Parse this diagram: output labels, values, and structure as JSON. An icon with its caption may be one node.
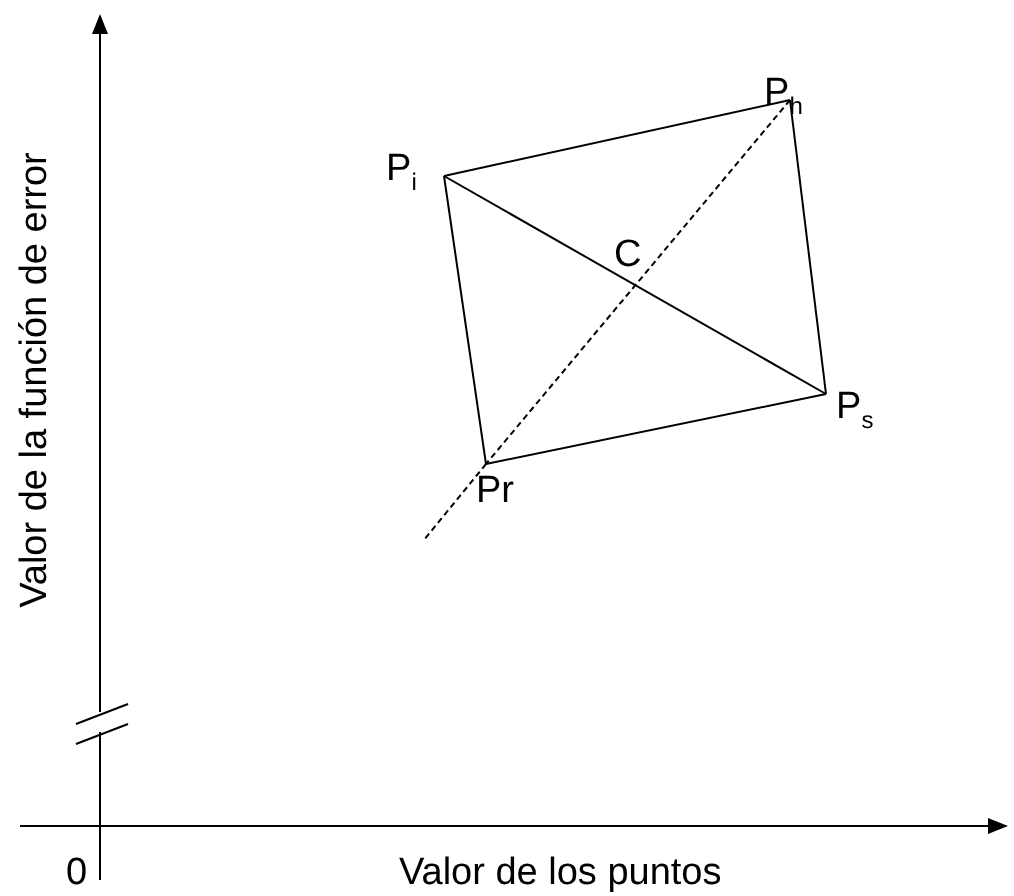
{
  "diagram": {
    "nodes": [
      {
        "text": [
          "P$_{i}$"
        ]
      },
      {
        "text": [
          "P$_{h}$"
        ]
      },
      {
        "text": [
          "P$_{s}$"
        ]
      },
      {
        "text": [
          "Pr"
        ]
      }
    ],
    "edges": [
      {
        "from": 0,
        "to": 1,
        "arrow": "none"
      },
      {
        "from": 1,
        "to": 2,
        "arrow": "none"
      },
      {
        "from": 2,
        "to": 3,
        "arrow": "none"
      },
      {
        "from": 3,
        "to": 0,
        "arrow": "none"
      },
      {
        "from": 0,
        "to": 2,
        "arrow": "none"
      },
      {
        "from": 1,
        "to": 3,
        "arrow": "none",
        "style": "dashed"
      },
      {
        "from": 3,
        "to": null,
        "arrow": "none",
        "style": "dashed"
      }
    ],
    "labels": [
      "C",
      "Valor de la función de error",
      "0",
      "Valor de los puntos"
    ]
  }
}
